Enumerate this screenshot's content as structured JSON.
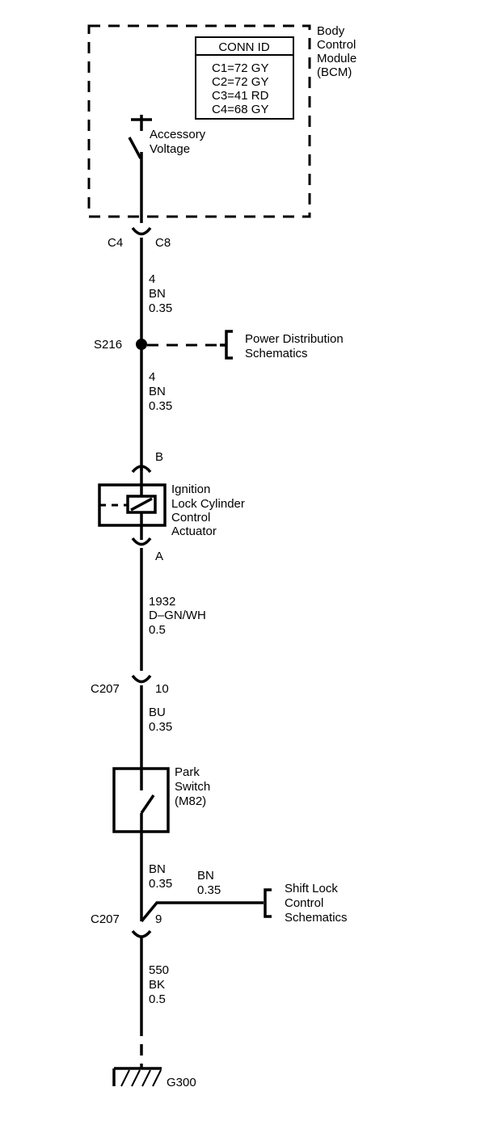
{
  "bcm": {
    "name_lines": [
      "Body",
      "Control",
      "Module",
      "(BCM)"
    ],
    "conn_id_title": "CONN ID",
    "conn_ids": [
      "C1=72 GY",
      "C2=72 GY",
      "C3=41 RD",
      "C4=68 GY"
    ],
    "switch_label_lines": [
      "Accessory",
      "Voltage"
    ]
  },
  "connectors": {
    "c4_left": "C4",
    "c4_right": "C8",
    "c207_top_left": "C207",
    "c207_top_right": "10",
    "c207_bottom_left": "C207",
    "c207_bottom_right": "9"
  },
  "wires": {
    "w1": [
      "4",
      "BN",
      "0.35"
    ],
    "w2": [
      "4",
      "BN",
      "0.35"
    ],
    "w3": [
      "1932",
      "D–GN/WH",
      "0.5"
    ],
    "w4": [
      "BU",
      "0.35"
    ],
    "w5": [
      "BN",
      "0.35"
    ],
    "w6": [
      "BN",
      "0.35"
    ],
    "w7": [
      "550",
      "BK",
      "0.5"
    ]
  },
  "splice": {
    "id": "S216",
    "ref_lines": [
      "Power Distribution",
      "Schematics"
    ]
  },
  "actuator": {
    "pin_top": "B",
    "pin_bottom": "A",
    "name_lines": [
      "Ignition",
      "Lock Cylinder",
      "Control",
      "Actuator"
    ]
  },
  "park_switch": {
    "name_lines": [
      "Park",
      "Switch",
      "(M82)"
    ]
  },
  "shift_lock": {
    "ref_lines": [
      "Shift Lock",
      "Control",
      "Schematics"
    ]
  },
  "ground": {
    "id": "G300"
  }
}
